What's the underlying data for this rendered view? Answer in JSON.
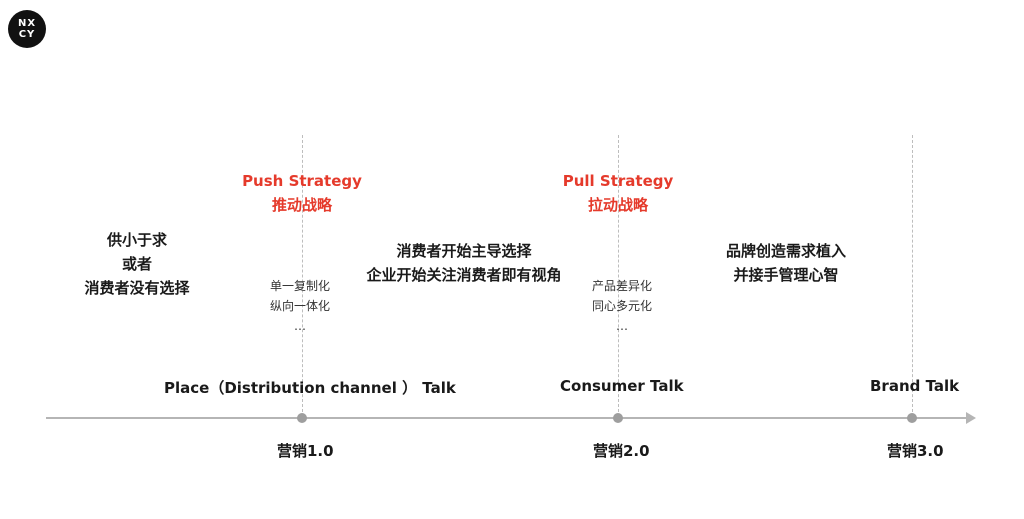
{
  "logo": {
    "line1": "NX",
    "line2": "CY"
  },
  "left_block": {
    "lines": [
      "供小于求",
      "或者",
      "消费者没有选择"
    ]
  },
  "push": {
    "en": "Push Strategy",
    "zh": "推动战略",
    "items": [
      "单一复制化",
      "纵向一体化",
      "…"
    ]
  },
  "middle_block": {
    "lines": [
      "消费者开始主导选择",
      "企业开始关注消费者即有视角"
    ]
  },
  "pull": {
    "en": "Pull Strategy",
    "zh": "拉动战略",
    "items": [
      "产品差异化",
      "同心多元化",
      "…"
    ]
  },
  "right_block": {
    "lines": [
      "品牌创造需求植入",
      "并接手管理心智"
    ]
  },
  "talks": {
    "place": "Place（Distribution channel ） Talk",
    "consumer": "Consumer Talk",
    "brand": "Brand Talk"
  },
  "versions": {
    "v1": "营销1.0",
    "v2": "营销2.0",
    "v3": "营销3.0"
  }
}
